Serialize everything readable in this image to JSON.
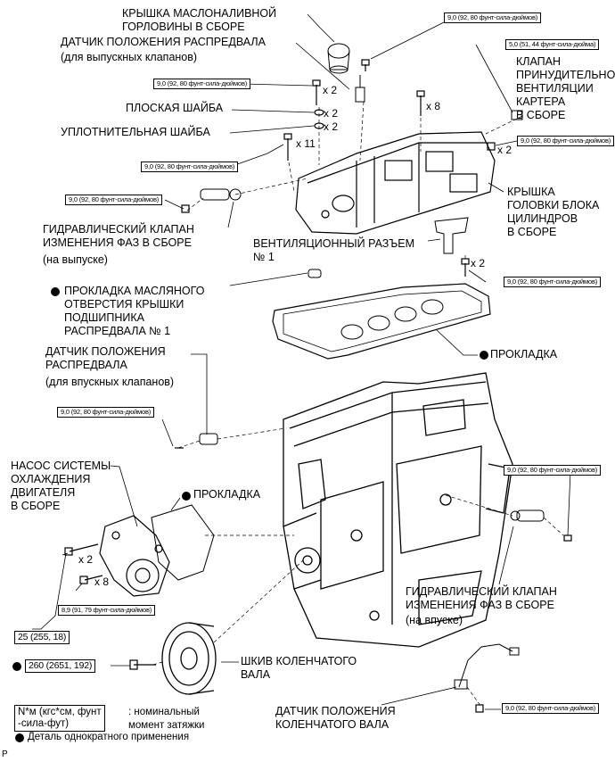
{
  "labels": {
    "oil_cap": "КРЫШКА МАСЛОНАЛИВНОЙ\nГОРЛОВИНЫ В СБОРЕ",
    "cam_sensor_exhaust": "ДАТЧИК ПОЛОЖЕНИЯ РАСПРЕДВАЛА",
    "cam_sensor_exhaust_note": "(для выпускных клапанов)",
    "pcv_valve": "КЛАПАН\nПРИНУДИТЕЛЬНОЙ\nВЕНТИЛЯЦИИ\nКАРТЕРА\nВ СБОРЕ",
    "plain_washer": "ПЛОСКАЯ ШАЙБА",
    "seal_washer": "УПЛОТНИТЕЛЬНАЯ ШАЙБА",
    "cylinder_head_cover": "КРЫШКА\nГОЛОВКИ БЛОКА\nЦИЛИНДРОВ\nВ СБОРЕ",
    "ocv_exhaust": "ГИДРАВЛИЧЕСКИЙ КЛАПАН\nИЗМЕНЕНИЯ ФАЗ В СБОРЕ",
    "ocv_exhaust_note": "(на выпуске)",
    "ventilation_connector": "ВЕНТИЛЯЦИОННЫЙ РАЗЪЕМ\n№ 1",
    "cam_bearing_gasket": "ПРОКЛАДКА МАСЛЯНОГО\nОТВЕРСТИЯ КРЫШКИ\nПОДШИПНИКА\nРАСПРЕДВАЛА № 1",
    "gasket": "ПРОКЛАДКА",
    "cam_sensor_intake": "ДАТЧИК ПОЛОЖЕНИЯ\nРАСПРЕДВАЛА",
    "cam_sensor_intake_note": "(для впускных клапанов)",
    "water_pump": "НАСОС СИСТЕМЫ\nОХЛАЖДЕНИЯ\nДВИГАТЕЛЯ\nВ СБОРЕ",
    "pump_gasket": "ПРОКЛАДКА",
    "ocv_intake": "ГИДРАВЛИЧЕСКИЙ КЛАПАН\nИЗМЕНЕНИЯ ФАЗ В СБОРЕ",
    "ocv_intake_note": "(на впуске)",
    "crank_pulley": "ШКИВ КОЛЕНЧАТОГО\nВАЛА",
    "crank_sensor": "ДАТЧИК ПОЛОЖЕНИЯ\nКОЛЕНЧАТОГО ВАЛА"
  },
  "torques": {
    "t1": "9,0 (92, 80 фунт-сила-дюймов)",
    "t2": "5,0 (51, 44 фунт-сила-дюйма)",
    "t3": "9,0 (92, 80 фунт-сила-дюймов)",
    "t4": "9,0 (92, 80 фунт-сила-дюймов)",
    "t5": "9,0 (92, 80 фунт-сила-дюймов)",
    "t6": "9,0 (92, 80 фунт-сила-дюймов)",
    "t7": "9,0 (92, 80 фунт-сила-дюймов)",
    "t8": "9,0 (92, 80 фунт-сила-дюймов)",
    "t9": "9,0 (92, 80 фунт-сила-дюймов)",
    "t10": "8,9 (91, 79 фунт-сила-дюймов)",
    "t11": "25 (255, 18)",
    "t12": "260 (2651, 192)",
    "t13": "9,0 (92, 80 фунт-сила-дюймов)"
  },
  "quantities": {
    "q_bolt_x2": "x 2",
    "q_plain_washer": "x 2",
    "q_seal_washer": "x 2",
    "q_x8_top": "x 8",
    "q_x11": "x 11",
    "q_pcv_x2": "x 2",
    "q_vent_x2": "x 2",
    "q_pump_x2": "x 2",
    "q_pump_x8": "x 8"
  },
  "legend": {
    "unit_box": "N*м (кгс*см, фунт\n-сила-фут)",
    "unit_desc": ": номинальный\nмомент затяжки",
    "non_reusable": "Деталь однократного применения"
  },
  "corner_mark": "P"
}
